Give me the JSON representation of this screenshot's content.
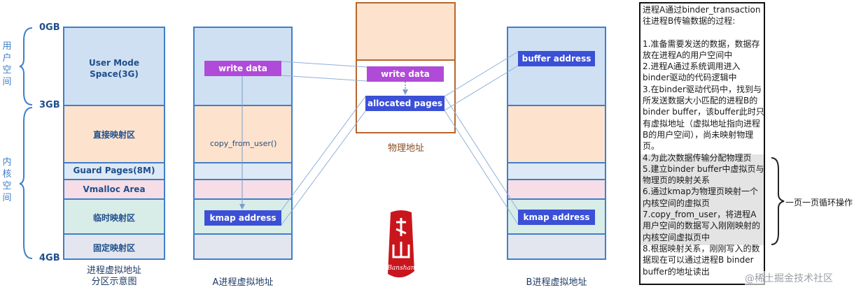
{
  "memory_map": {
    "gb_labels": [
      "0GB",
      "3GB",
      "4GB"
    ],
    "user_space_label_chars": [
      "用",
      "户",
      "空",
      "间"
    ],
    "kernel_space_label_chars": [
      "内",
      "核",
      "空",
      "间"
    ],
    "segments": [
      "User Mode\nSpace(3G)",
      "直接映射区",
      "Guard Pages(8M)",
      "Vmalloc Area",
      "临时映射区",
      "固定映射区"
    ],
    "caption_line1": "进程虚拟地址",
    "caption_line2": "分区示意图"
  },
  "process_a": {
    "write_data": "write data",
    "copy_from_user": "copy_from_user()",
    "kmap_address": "kmap address",
    "caption": "A进程虚拟地址"
  },
  "physical": {
    "write_data": "write data",
    "allocated_pages": "allocated pages",
    "caption": "物理地址"
  },
  "process_b": {
    "buffer_address": "buffer address",
    "kmap_address": "kmap address",
    "caption": "B进程虚拟地址"
  },
  "steps": {
    "intro_line1": "进程A通过binder_transaction",
    "intro_line2": "往进程B传输数据的过程:",
    "s1": "1.准备需要发送的数据，数据存放在进程A的用户空间中",
    "s2": "2.进程A通过系统调用进入binder驱动的代码逻辑中",
    "s3": "3.在binder驱动代码中，找到与所发送数据大小匹配的进程B的binder buffer，该buffer此时只有虚拟地址（虚拟地址指向进程B的用户空间），尚未映射物理页。",
    "s4": "4.为此次数据传输分配物理页",
    "s5": "5.建立binder buffer中虚拟页与物理页的映射关系",
    "s6": "6.通过kmap为物理页映射一个内核空间的虚拟页",
    "s7": "7.copy_from_user，将进程A用户空间的数据写入刚刚映射的内核空间虚拟页中",
    "s8": "8.根据映射关系，刚刚写入的数据现在可以通过进程B binder buffer的地址读出",
    "loop_label": "一页一页循环操作"
  },
  "watermark": "@稀土掘金技术社区",
  "seal_text": "Banshan",
  "colors": {
    "border_blue": "#3f7fc8",
    "user_space": "#cfe0f3",
    "direct_map": "#fde3cd",
    "guard": "#dde9f5",
    "vmalloc": "#f7dde6",
    "temp_map": "#d8ece8",
    "fixed_map": "#e3e6ef",
    "purple_tag": "#b04ad8",
    "blue_tag": "#3b50d6",
    "physical_border": "#b8662b",
    "seal_red": "#c9161d"
  }
}
